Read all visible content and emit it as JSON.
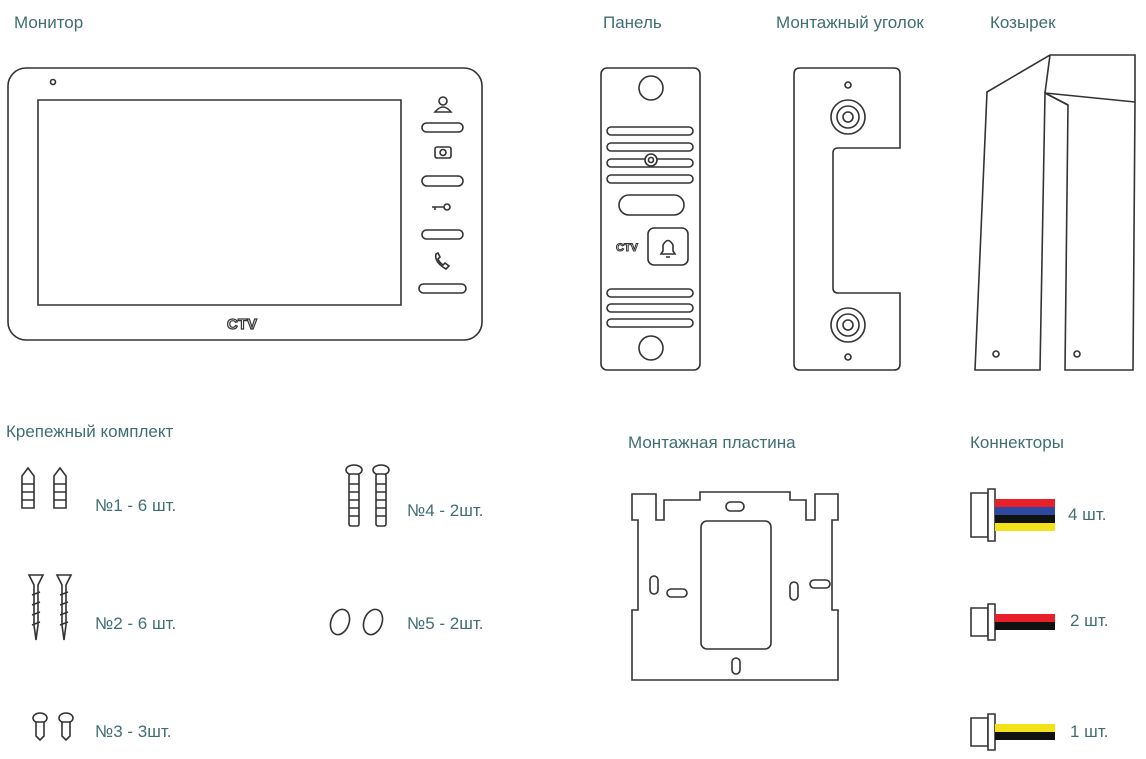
{
  "sections": {
    "monitor": "Монитор",
    "panel": "Панель",
    "corner": "Монтажный уголок",
    "visor": "Козырек",
    "fasteners": "Крепежный комплект",
    "plate": "Монтажная пластина",
    "connectors": "Коннекторы"
  },
  "fasteners": [
    {
      "label": "№1 - 6 шт.",
      "icon": "dowel-icon"
    },
    {
      "label": "№2 - 6 шт.",
      "icon": "wood-screw-icon"
    },
    {
      "label": "№3 - 3шт.",
      "icon": "short-screw-icon"
    },
    {
      "label": "№4 - 2шт.",
      "icon": "long-screw-icon"
    },
    {
      "label": "№5 - 2шт.",
      "icon": "cap-icon"
    }
  ],
  "connectors": [
    {
      "label": "4 шт.",
      "wires": [
        "#e8202a",
        "#2e4aa0",
        "#111111",
        "#f3e21a"
      ]
    },
    {
      "label": "2 шт.",
      "wires": [
        "#e8202a",
        "#111111"
      ]
    },
    {
      "label": "1 шт.",
      "wires": [
        "#f3e21a",
        "#111111"
      ]
    }
  ],
  "logo_text": "CTV"
}
